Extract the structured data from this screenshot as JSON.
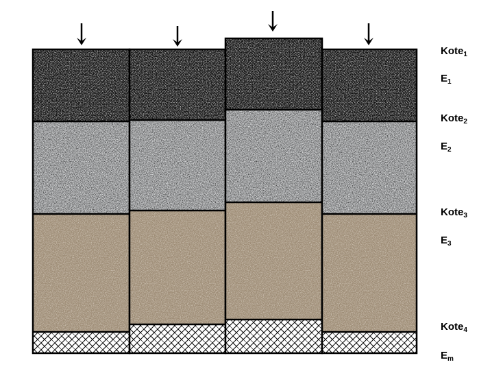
{
  "labels": [
    {
      "key": "kote1",
      "base": "Kote",
      "sub": "1"
    },
    {
      "key": "e1",
      "base": "E",
      "sub": "1"
    },
    {
      "key": "kote2",
      "base": "Kote",
      "sub": "2"
    },
    {
      "key": "e2",
      "base": "E",
      "sub": "2"
    },
    {
      "key": "kote3",
      "base": "Kote",
      "sub": "3"
    },
    {
      "key": "e3",
      "base": "E",
      "sub": "3"
    },
    {
      "key": "kote4",
      "base": "Kote",
      "sub": "4"
    },
    {
      "key": "em",
      "base": "E",
      "sub": "m"
    }
  ],
  "colors": {
    "layer1": "#111111",
    "layer2": "#b4b6b8",
    "layer3": "#a18f78",
    "layer4": "#ffffff",
    "outline": "#000000"
  }
}
